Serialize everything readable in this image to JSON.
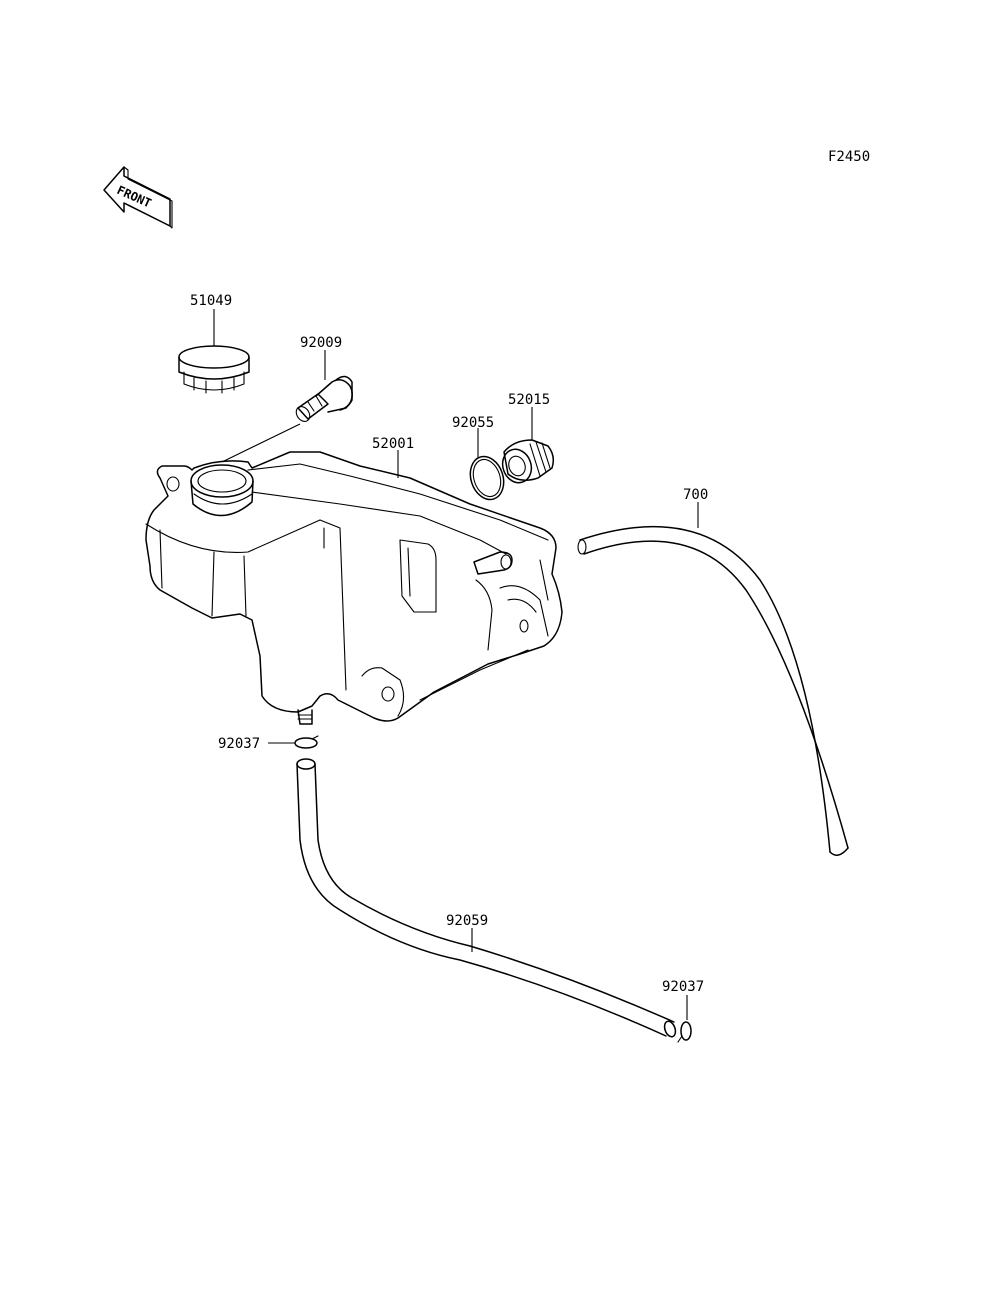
{
  "figure_code": "F2450",
  "front_label": "FRONT",
  "parts": [
    {
      "id": "cap",
      "number": "51049"
    },
    {
      "id": "fitting",
      "number": "92009"
    },
    {
      "id": "cap-plug",
      "number": "52015"
    },
    {
      "id": "o-ring",
      "number": "92055"
    },
    {
      "id": "tank",
      "number": "52001"
    },
    {
      "id": "overflow-hose",
      "number": "700"
    },
    {
      "id": "clamp-upper",
      "number": "92037"
    },
    {
      "id": "drain-hose",
      "number": "92059"
    },
    {
      "id": "clamp-lower",
      "number": "92037"
    }
  ]
}
